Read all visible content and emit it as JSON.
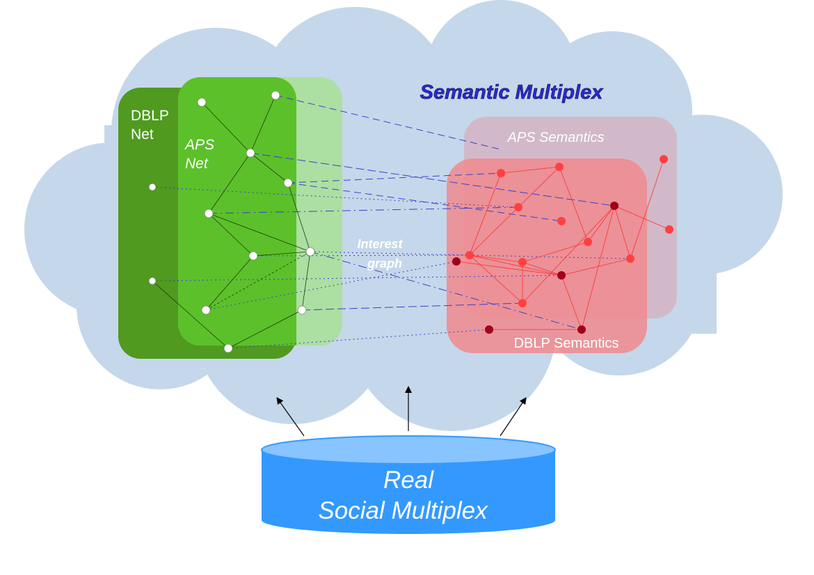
{
  "title": "Semantic Multiplex",
  "labels": {
    "dblp_net_1": "DBLP",
    "dblp_net_2": "Net",
    "aps_net_1": "APS",
    "aps_net_2": "Net",
    "interest_1": "Interest",
    "interest_2": "graph",
    "aps_semantics": "APS Semantics",
    "dblp_semantics": "DBLP Semantics",
    "base_1": "Real",
    "base_2": "Social Multiplex"
  },
  "colors": {
    "cloud": "#c5d7ea",
    "title": "#2a2ad4",
    "dblp_net": "#4f9a1f",
    "aps_net": "#5cc02a",
    "aps_net_halo": "#a8e09a",
    "aps_semantics": "#d4b4c4",
    "dblp_semantics": "#f08a8e",
    "red_node": "#ff4040",
    "dark_red_node": "#a0001a",
    "cylinder": "#3399ff",
    "cylinder_top": "#88c4ff",
    "inter_link": "#3a40cc"
  }
}
